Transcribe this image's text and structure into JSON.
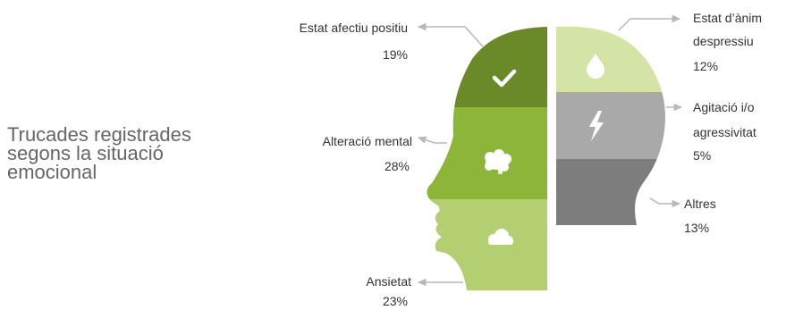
{
  "title": "Trucades registrades segons la situació emocional",
  "chart_data": {
    "type": "pictorial",
    "series": [
      {
        "name": "Estat afectiu positiu",
        "value": 19,
        "unit": "%",
        "side": "left",
        "icon": "check-icon",
        "color": "#6a8a2a"
      },
      {
        "name": "Alteració mental",
        "value": 28,
        "unit": "%",
        "side": "left",
        "icon": "brain-icon",
        "color": "#8db53a"
      },
      {
        "name": "Ansietat",
        "value": 23,
        "unit": "%",
        "side": "left",
        "icon": "cloud-icon",
        "color": "#b3cf72"
      },
      {
        "name": "Estat d’ànim despressiu",
        "value": 12,
        "unit": "%",
        "side": "right",
        "icon": "drop-icon",
        "color": "#d3e4a6"
      },
      {
        "name": "Agitació i/o agressivitat",
        "value": 5,
        "unit": "%",
        "side": "right",
        "icon": "lightning-icon",
        "color": "#a9a9a9"
      },
      {
        "name": "Altres",
        "value": 13,
        "unit": "%",
        "side": "right",
        "icon": "",
        "color": "#7d7d7d"
      }
    ]
  },
  "labels": {
    "positiu": {
      "line1": "Estat afectiu positiu",
      "pct": "19%"
    },
    "mental": {
      "line1": "Alteració mental",
      "pct": "28%"
    },
    "ansietat": {
      "line1": "Ansietat",
      "pct": "23%"
    },
    "anim": {
      "line1": "Estat d’ànim",
      "line2": "despressiu",
      "pct": "12%"
    },
    "agitacio": {
      "line1": "Agitació i/o",
      "line2": "agressivitat",
      "pct": "5%"
    },
    "altres": {
      "line1": "Altres",
      "pct": "13%"
    }
  }
}
